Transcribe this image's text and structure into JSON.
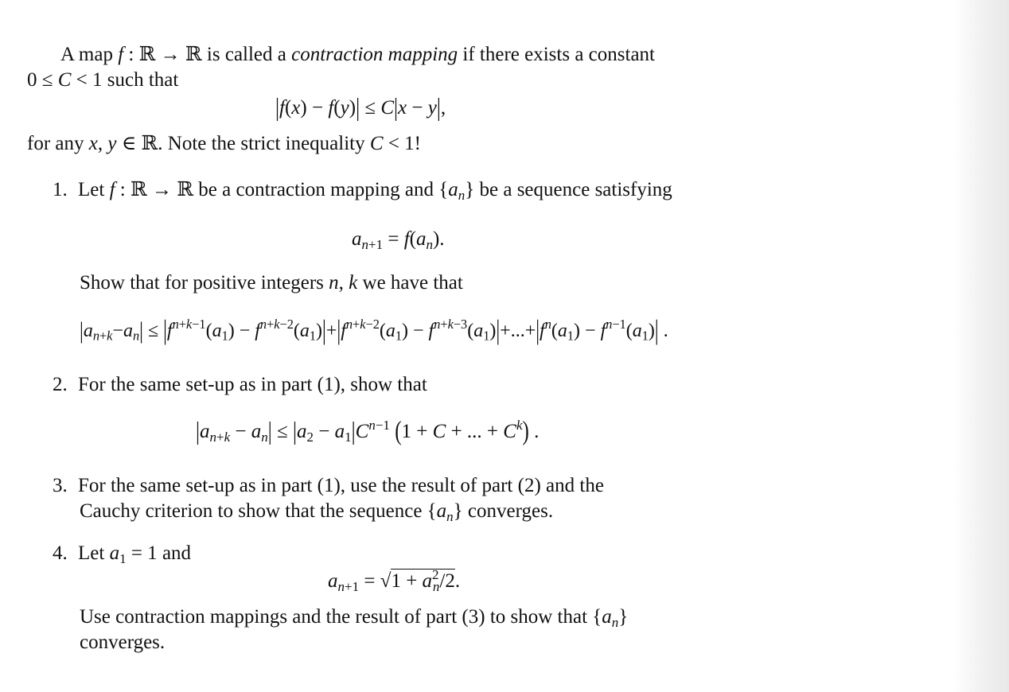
{
  "intro": {
    "line1_a": "A map ",
    "line1_map": "f : ℝ → ℝ",
    "line1_b": " is called a ",
    "line1_term": "contraction mapping",
    "line1_c": " if there exists a constant",
    "line2_cond": "0 ≤ C < 1",
    "line2_b": " such that",
    "display": "|f(x) − f(y)| ≤ C|x − y|,",
    "line3_a": "for any ",
    "line3_xy": "x, y ∈ ℝ",
    "line3_b": ". Note the strict inequality ",
    "line3_c": "C < 1",
    "line3_d": "!"
  },
  "items": [
    {
      "number": "1.",
      "text_a": "Let ",
      "text_map": "f : ℝ → ℝ",
      "text_b": " be a contraction mapping and ",
      "text_seq": "{aₙ}",
      "text_c": " be a sequence satisfying",
      "display": "aₙ₊₁ = f(aₙ).",
      "text2_a": "Show that for positive integers ",
      "text2_vars": "n, k",
      "text2_b": " we have that",
      "display2": "|aₙ₊ₖ−aₙ| ≤ |fⁿ⁺ᵏ⁻¹(a₁) − fⁿ⁺ᵏ⁻²(a₁)|+|fⁿ⁺ᵏ⁻²(a₁) − fⁿ⁺ᵏ⁻³(a₁)|+...+|fⁿ(a₁) − fⁿ⁻¹(a₁)|."
    },
    {
      "number": "2.",
      "text": "For the same set-up as in part (1), show that",
      "display": "|aₙ₊ₖ − aₙ| ≤ |a₂ − a₁|Cⁿ⁻¹ (1 + C + ... + Cᵏ)."
    },
    {
      "number": "3.",
      "text_line1": "For the same set-up as in part (1), use the result of part (2) and the",
      "text_line2_a": "Cauchy criterion to show that the sequence ",
      "text_line2_seq": "{aₙ}",
      "text_line2_b": " converges."
    },
    {
      "number": "4.",
      "text_a": "Let ",
      "text_cond": "a₁ = 1",
      "text_b": " and",
      "display": "aₙ₊₁ = √(1 + aₙ²/2).",
      "text2_line1_a": "Use contraction mappings and the result of part (3) to show that ",
      "text2_line1_seq": "{aₙ}",
      "text2_line2": "converges."
    }
  ]
}
